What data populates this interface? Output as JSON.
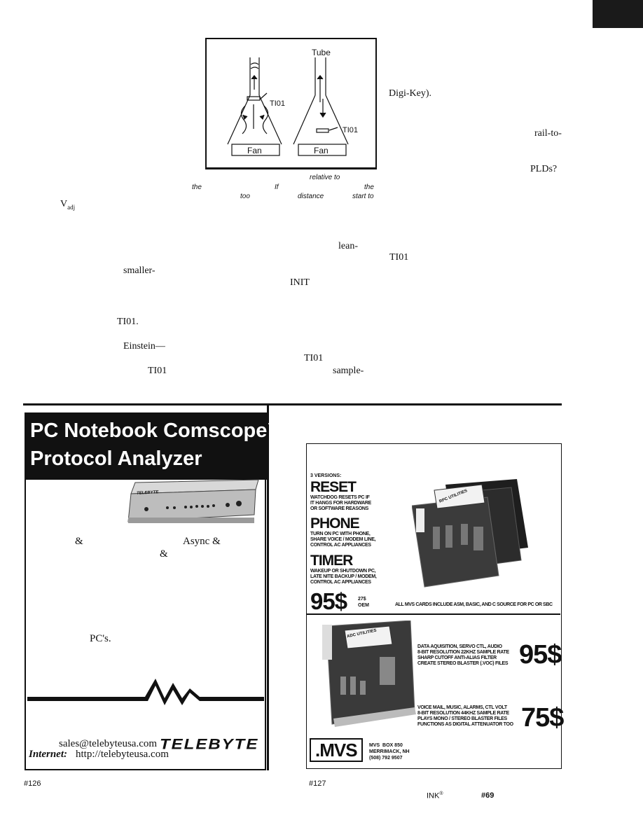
{
  "figure": {
    "tube_label": "Tube",
    "sensor_left": "TI01",
    "sensor_right": "TI01",
    "fan_left": "Fan",
    "fan_right": "Fan",
    "caption_fragments": [
      "relative to",
      "the",
      "If",
      "the",
      "too",
      "distance",
      "start to"
    ]
  },
  "body_fragments": {
    "digikey": "Digi-Key).",
    "rail": "rail-to-",
    "plds": "PLDs?",
    "vadj_main": "V",
    "vadj_sub": "adj",
    "lean": "lean-",
    "ti01_a": "TI01",
    "smaller": "smaller-",
    "init": "INIT",
    "ti01_b": "TI01.",
    "einstein": "Einstein—",
    "ti01_c": "TI01",
    "ti01_d": "TI01",
    "sample": "sample-"
  },
  "telebyte_ad": {
    "title_line1": "PC Notebook Comscope™",
    "title_line2": "Protocol Analyzer",
    "amp1": "&",
    "async": "Async &",
    "amp2": "&",
    "pcs": "PC's.",
    "email": "sales@telebyteusa.com",
    "internet_label": "Internet:",
    "internet_url": "http://telebyteusa.com",
    "logo": "TELEBYTE",
    "device_label": "TELEBYTE"
  },
  "mvs_ad": {
    "versions": "3 VERSIONS:",
    "reset": "RESET",
    "reset_desc": "WATCHDOG RESETS PC IF\nIT HANGS FOR HARDWARE\nOR SOFTWARE REASONS",
    "phone": "PHONE",
    "phone_desc": "TURN ON PC WITH PHONE,\nSHARE VOICE / MODEM LINE,\nCONTROL AC APPLIANCES",
    "timer": "TIMER",
    "timer_desc": "WAKEUP OR SHUTDOWN PC,\nLATE NITE BACKUP / MODEM,\nCONTROL AC APPLIANCES",
    "price_main": "95$",
    "oem_price": "27$",
    "oem_label": "OEM",
    "all_cards": "ALL MVS CARDS INCLUDE ASM, BASIC, AND C SOURCE FOR PC OR SBC",
    "card1_label": "RPC UTILITIES",
    "card2_label": "ADC UTILITIES",
    "audio_desc": "DATA AQUISITION, SERVO CTL, AUDIO\n8-BIT RESOLUTION 22KHZ SAMPLE RATE\nSHARP CUTOFF ANTI-ALIAS FILTER\nCREATE STEREO BLASTER (.VOC) FILES",
    "price_audio": "95$",
    "voice_desc": "VOICE MAIL, MUSIC, ALARMS, CTL VOLT\n8-BIT RESOLUTION 44KHZ SAMPLE RATE\nPLAYS MONO / STEREO BLASTER FILES\nFUNCTIONS AS DIGITAL ATTENUATOR TOO",
    "price_voice": "75$",
    "logo": ".MVS",
    "address": "MVS  BOX 850\nMERRIMACK, NH\n(508) 792 9507"
  },
  "footer": {
    "ref_left": "#126",
    "ref_right": "#127",
    "ink": "INK",
    "ink_reg": "®",
    "ref_ink": "#69"
  }
}
